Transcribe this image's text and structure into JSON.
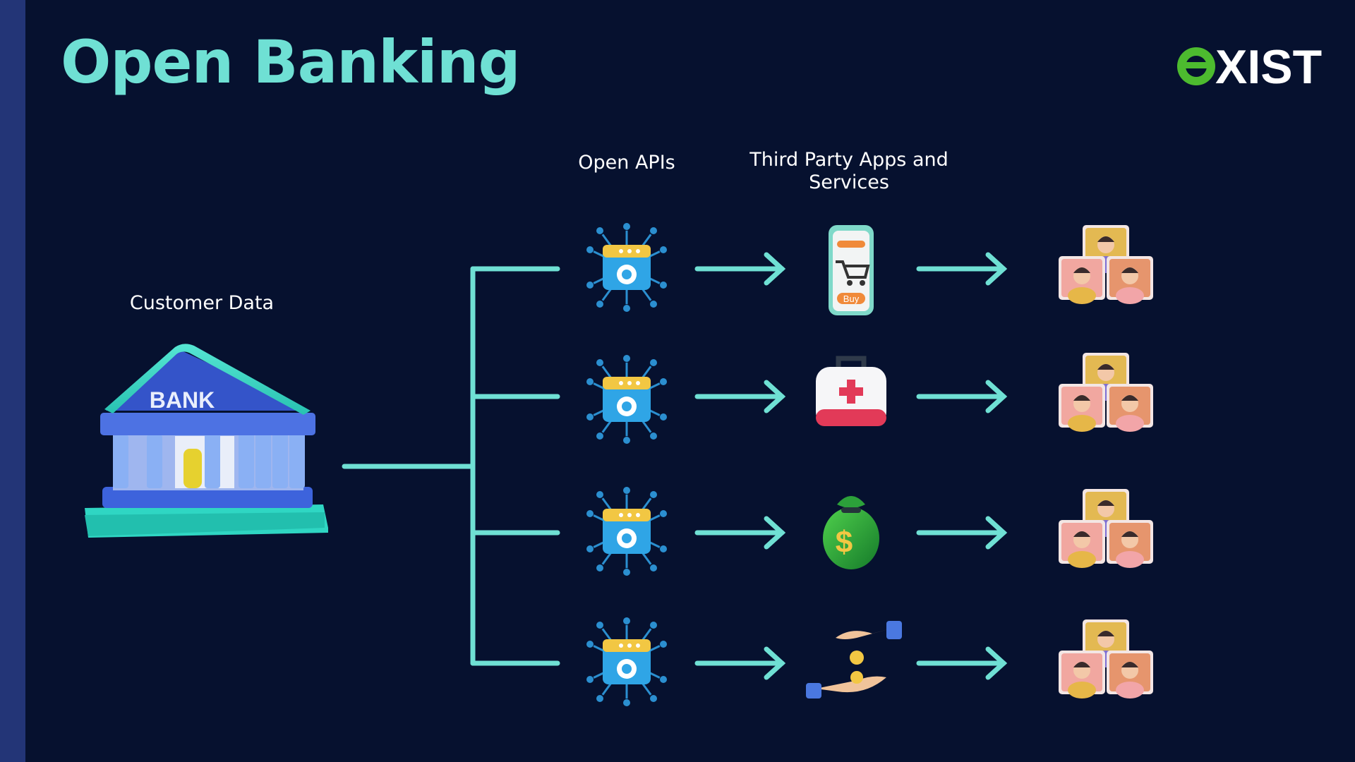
{
  "slide": {
    "title": "Open Banking",
    "logo_text": "XIST",
    "logo_mark": "e"
  },
  "labels": {
    "customer_data": "Customer Data",
    "open_apis": "Open APIs",
    "third_party": "Third Party Apps and Services"
  },
  "bank_sign": "BANK",
  "services": [
    {
      "icon": "shopping-cart-phone-icon",
      "button_text": "Buy"
    },
    {
      "icon": "first-aid-kit-icon"
    },
    {
      "icon": "money-bag-icon",
      "symbol": "$"
    },
    {
      "icon": "hand-giving-coin-icon"
    }
  ],
  "rows": 4,
  "colors": {
    "background": "#06112f",
    "accent": "#6fe0d4",
    "side_strip": "#233577",
    "logo_green": "#4dbb2f"
  }
}
